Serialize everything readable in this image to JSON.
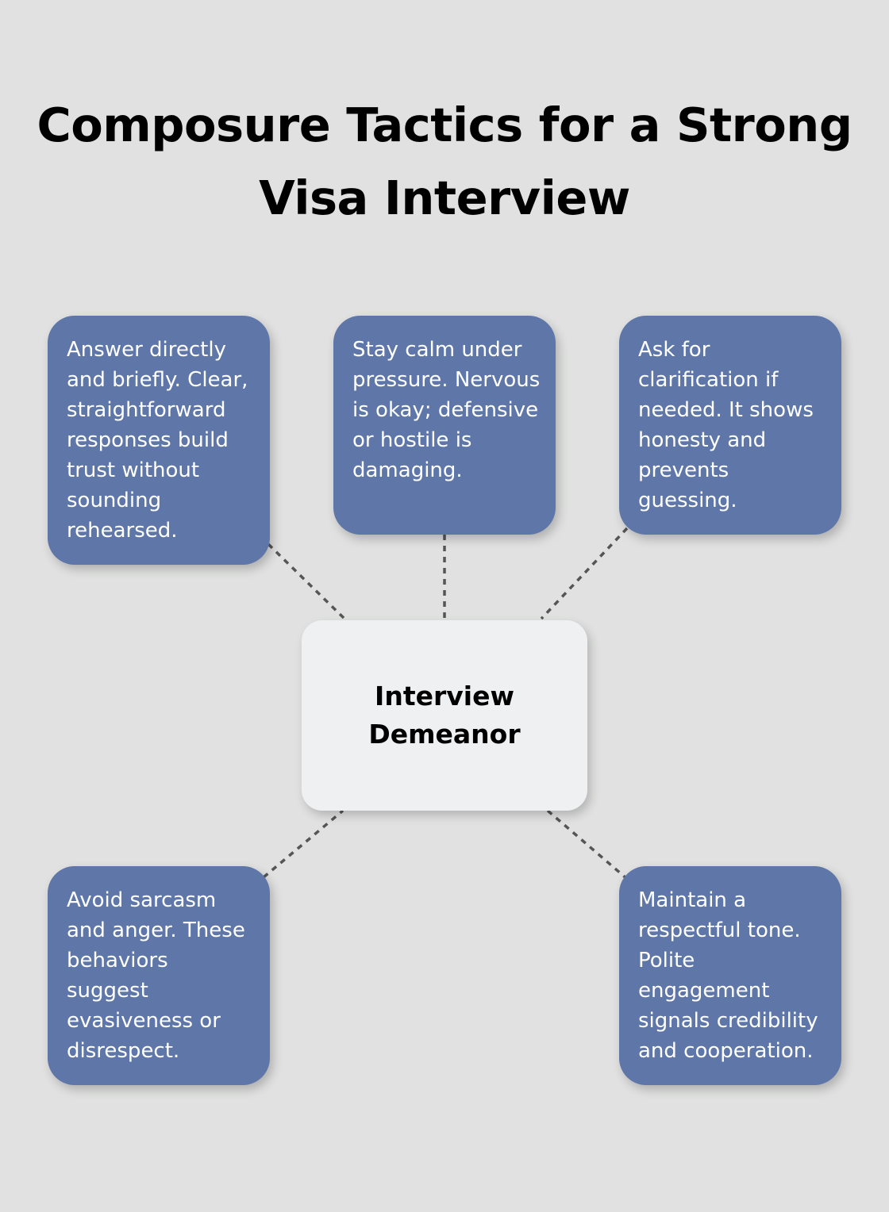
{
  "title": "Composure Tactics for a Strong Visa Interview",
  "center": {
    "label": "Interview Demeanor"
  },
  "cards": [
    {
      "text": "Answer directly and briefly. Clear, straightforward responses build trust without sounding rehearsed."
    },
    {
      "text": "Stay calm under pressure. Nervous is okay; defensive or hostile is damaging."
    },
    {
      "text": "Ask for clarification if needed. It shows honesty and prevents guessing."
    },
    {
      "text": "Avoid sarcasm and anger. These behaviors suggest evasiveness or disrespect."
    },
    {
      "text": "Maintain a respectful tone. Polite engagement signals credibility and cooperation."
    }
  ],
  "colors": {
    "background": "#e0e1e0",
    "card": "#5e77a8",
    "center": "#eff0f2",
    "connector": "#555555"
  }
}
